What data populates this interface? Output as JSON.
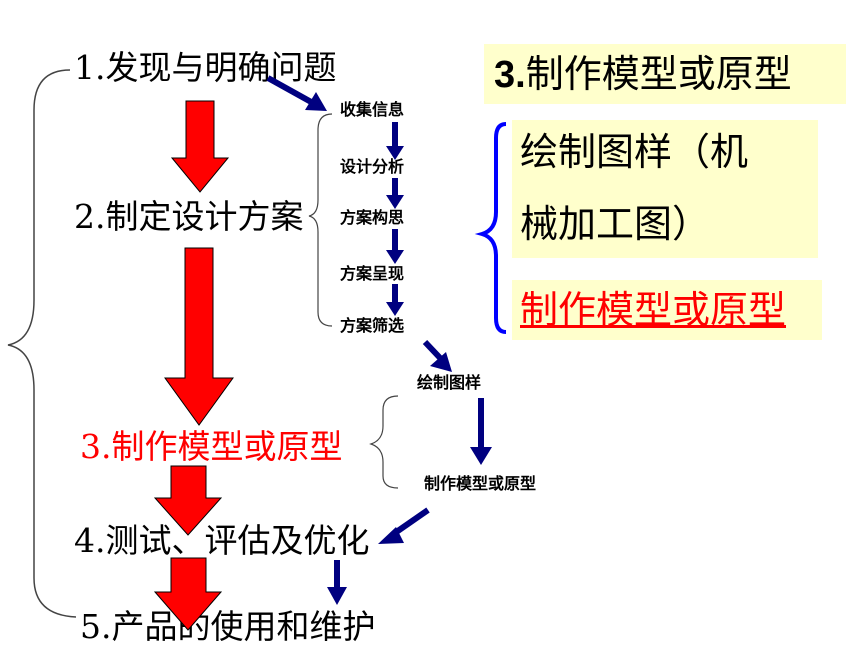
{
  "steps": [
    {
      "text": "1.发现与明确问题"
    },
    {
      "text": "2.制定设计方案"
    },
    {
      "text": "3.制作模型或原型"
    },
    {
      "text": "4.测试、评估及优化"
    },
    {
      "text": "5.产品的使用和维护"
    }
  ],
  "design_substeps": [
    "收集信息",
    "设计分析",
    "方案构思",
    "方案呈现",
    "方案筛选"
  ],
  "prototype_substeps": [
    "绘制图样",
    "制作模型或原型"
  ],
  "panel": {
    "title_num": "3.",
    "title_text": "制作模型或原型",
    "item1_line1": "绘制图样（机",
    "item1_line2": "械加工图）",
    "item2": "制作模型或原型"
  },
  "colors": {
    "highlight_step": "#ff0000",
    "big_arrow": "#ff0000",
    "small_arrow": "#000080",
    "box_bg": "#ffffcc",
    "brace_blue": "#0000ff"
  }
}
